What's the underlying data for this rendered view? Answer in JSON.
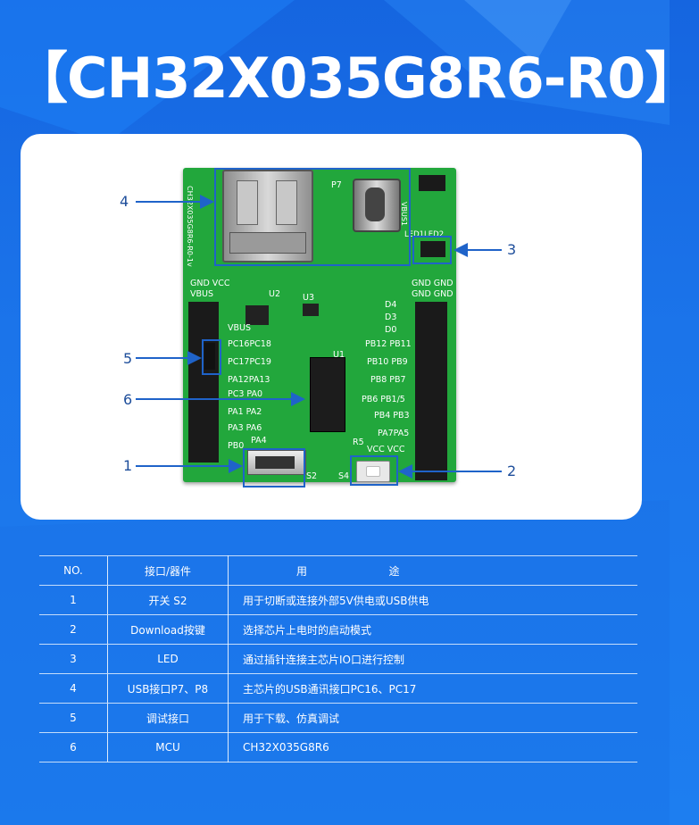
{
  "title": "【CH32X035G8R6-R0】",
  "board": {
    "labels": {
      "gnd_vcc": "GND VCC",
      "vbus": "VBUS",
      "vbus2": "VBUS",
      "pc16_pc18": "PC16PC18",
      "pc17_pc19": "PC17PC19",
      "pa12_pa13": "PA12PA13",
      "pc3_pa0": "PC3  PA0",
      "pa1_pa2": "PA1  PA2",
      "pa3_pa6": "PA3  PA6",
      "pb0": "PB0",
      "pa4": "PA4",
      "gnd_gnd1": "GND GND",
      "gnd_gnd2": "GND GND",
      "pb12_pb11": "PB12 PB11",
      "pb10_pb9": "PB10 PB9",
      "pb8_pb7": "PB8  PB7",
      "pb6_pb15": "PB6 PB1/5",
      "pb4_pb3": "PB4 PB3",
      "pa7_pa5": "PA7PA5",
      "vcc_vcc": "VCC VCC",
      "p7": "P7",
      "s2": "S2",
      "s4": "S4",
      "u1": "U1",
      "u2": "U2",
      "u3": "U3",
      "d4": "D4",
      "d3": "D3",
      "d0": "D0",
      "led1_led2": "LED1LED2",
      "vbus1": "VBUS1",
      "r5": "R5",
      "side_text": "CH32X035G8R6-R0-1v"
    }
  },
  "callouts": [
    "1",
    "2",
    "3",
    "4",
    "5",
    "6"
  ],
  "table": {
    "headers": [
      "NO.",
      "接口/器件",
      "用                        途"
    ],
    "rows": [
      {
        "no": "1",
        "item": "开关 S2",
        "use": "用于切断或连接外部5V供电或USB供电"
      },
      {
        "no": "2",
        "item": "Download按键",
        "use": "选择芯片上电时的启动模式"
      },
      {
        "no": "3",
        "item": "LED",
        "use": "通过插针连接主芯片IO口进行控制"
      },
      {
        "no": "4",
        "item": "USB接口P7、P8",
        "use": "主芯片的USB通讯接口PC16、PC17"
      },
      {
        "no": "5",
        "item": "调试接口",
        "use": "用于下载、仿真调试"
      },
      {
        "no": "6",
        "item": "MCU",
        "use": "CH32X035G8R6"
      }
    ]
  },
  "colors": {
    "background": "#1b74ea",
    "card": "#ffffff",
    "pcb": "#22a73c",
    "callout": "#1f63c9",
    "text_light": "#ffffff"
  }
}
